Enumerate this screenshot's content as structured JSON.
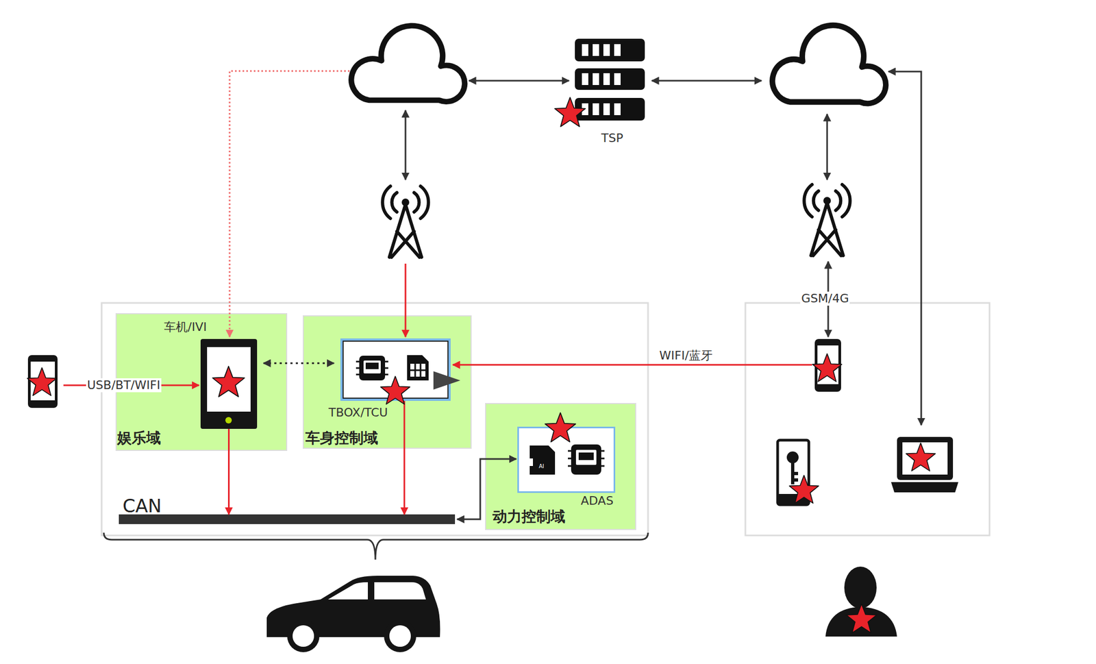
{
  "diagram": {
    "nodes": [
      {
        "text": [
          "TSP"
        ]
      },
      {
        "text": [
          "娱乐域"
        ]
      },
      {
        "text": [
          "车机/IVI"
        ],
        "in": 1
      },
      {
        "text": [
          "车身控制域"
        ]
      },
      {
        "text": [
          "TBOX/TCU"
        ],
        "in": 3
      },
      {
        "text": [
          "CAN"
        ]
      },
      {
        "text": [
          "动力控制域"
        ]
      },
      {
        "text": [
          "ADAS"
        ],
        "in": 6
      }
    ],
    "edges": [
      {
        "from": 2,
        "to": 4,
        "arrow": "both"
      },
      {
        "from": 2,
        "to": 5,
        "arrow": "to"
      },
      {
        "from": 4,
        "to": 5,
        "arrow": "to"
      },
      {
        "from": 5,
        "to": 7,
        "arrow": "both"
      }
    ],
    "labels": [
      "USB/BT/WIFI",
      "WIFI/蓝牙",
      "GSM/4G",
      "AI"
    ]
  }
}
